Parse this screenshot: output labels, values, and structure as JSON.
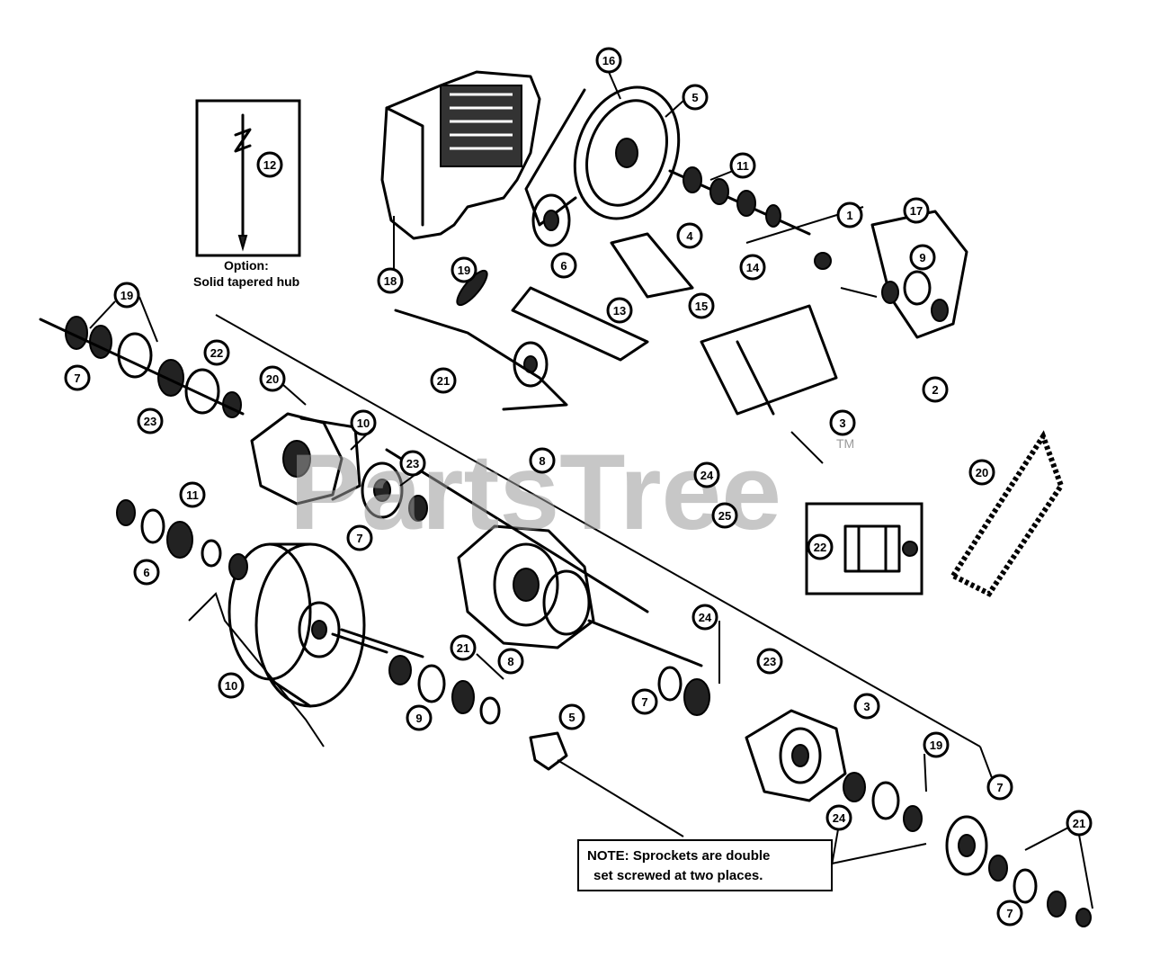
{
  "watermark": {
    "text": "PartsTree",
    "tm": "TM"
  },
  "option": {
    "line1": "Option:",
    "line2": "Solid tapered hub"
  },
  "note": {
    "line1": "NOTE: Sprockets are double",
    "line2": "set screwed at two places."
  },
  "callouts": {
    "c1": "16",
    "c2": "5",
    "c3": "11",
    "c4": "1",
    "c5": "17",
    "c6": "9",
    "c7": "6",
    "c8": "4",
    "c9": "14",
    "c10": "18",
    "c11": "19",
    "c12": "13",
    "c13": "15",
    "c14": "12",
    "c15": "19",
    "c16": "22",
    "c17": "20",
    "c18": "23",
    "c19": "7",
    "c20": "21",
    "c21": "10",
    "c22": "2",
    "c23": "3",
    "c24": "8",
    "c25": "23",
    "c26": "11",
    "c27": "6",
    "c28": "7",
    "c29": "24",
    "c30": "25",
    "c31": "20",
    "c32": "22",
    "c33": "24",
    "c34": "8",
    "c35": "7",
    "c36": "23",
    "c37": "21",
    "c38": "10",
    "c39": "9",
    "c40": "5",
    "c41": "3",
    "c42": "19",
    "c43": "7",
    "c44": "24",
    "c45": "21"
  }
}
